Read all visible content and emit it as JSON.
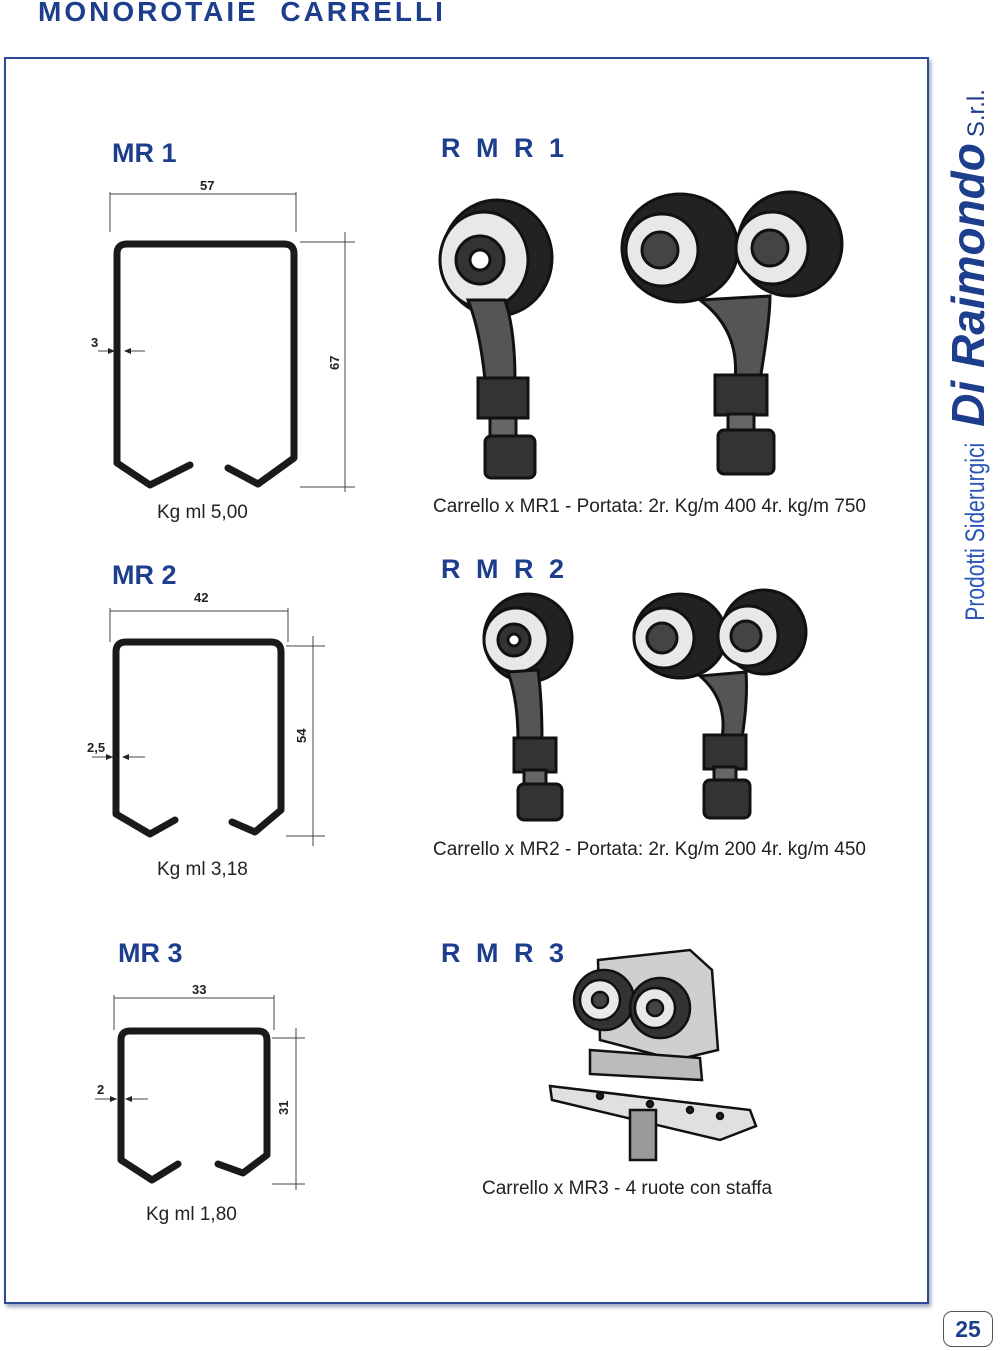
{
  "header": {
    "title": "MONOROTAIE  CARRELLI"
  },
  "brand": {
    "name": "Di Raimondo",
    "suffix": "S.r.l.",
    "tagline": "Prodotti Siderurgici"
  },
  "page_number": "25",
  "profiles": [
    {
      "title": "MR 1",
      "width": "57",
      "height": "67",
      "thickness": "3",
      "weight": "Kg ml 5,00"
    },
    {
      "title": "MR 2",
      "width": "42",
      "height": "54",
      "thickness": "2,5",
      "weight": "Kg ml 3,18"
    },
    {
      "title": "MR 3",
      "width": "33",
      "height": "31",
      "thickness": "2",
      "weight": "Kg ml 1,80"
    }
  ],
  "carts": [
    {
      "title": "R M R 1",
      "caption": "Carrello x MR1 - Portata: 2r. Kg/m 400 4r. kg/m 750"
    },
    {
      "title": "R M R 2",
      "caption": "Carrello x MR2 - Portata: 2r. Kg/m 200 4r. kg/m 450"
    },
    {
      "title": "R M R 3",
      "caption": "Carrello x MR3 - 4 ruote con staffa"
    }
  ]
}
